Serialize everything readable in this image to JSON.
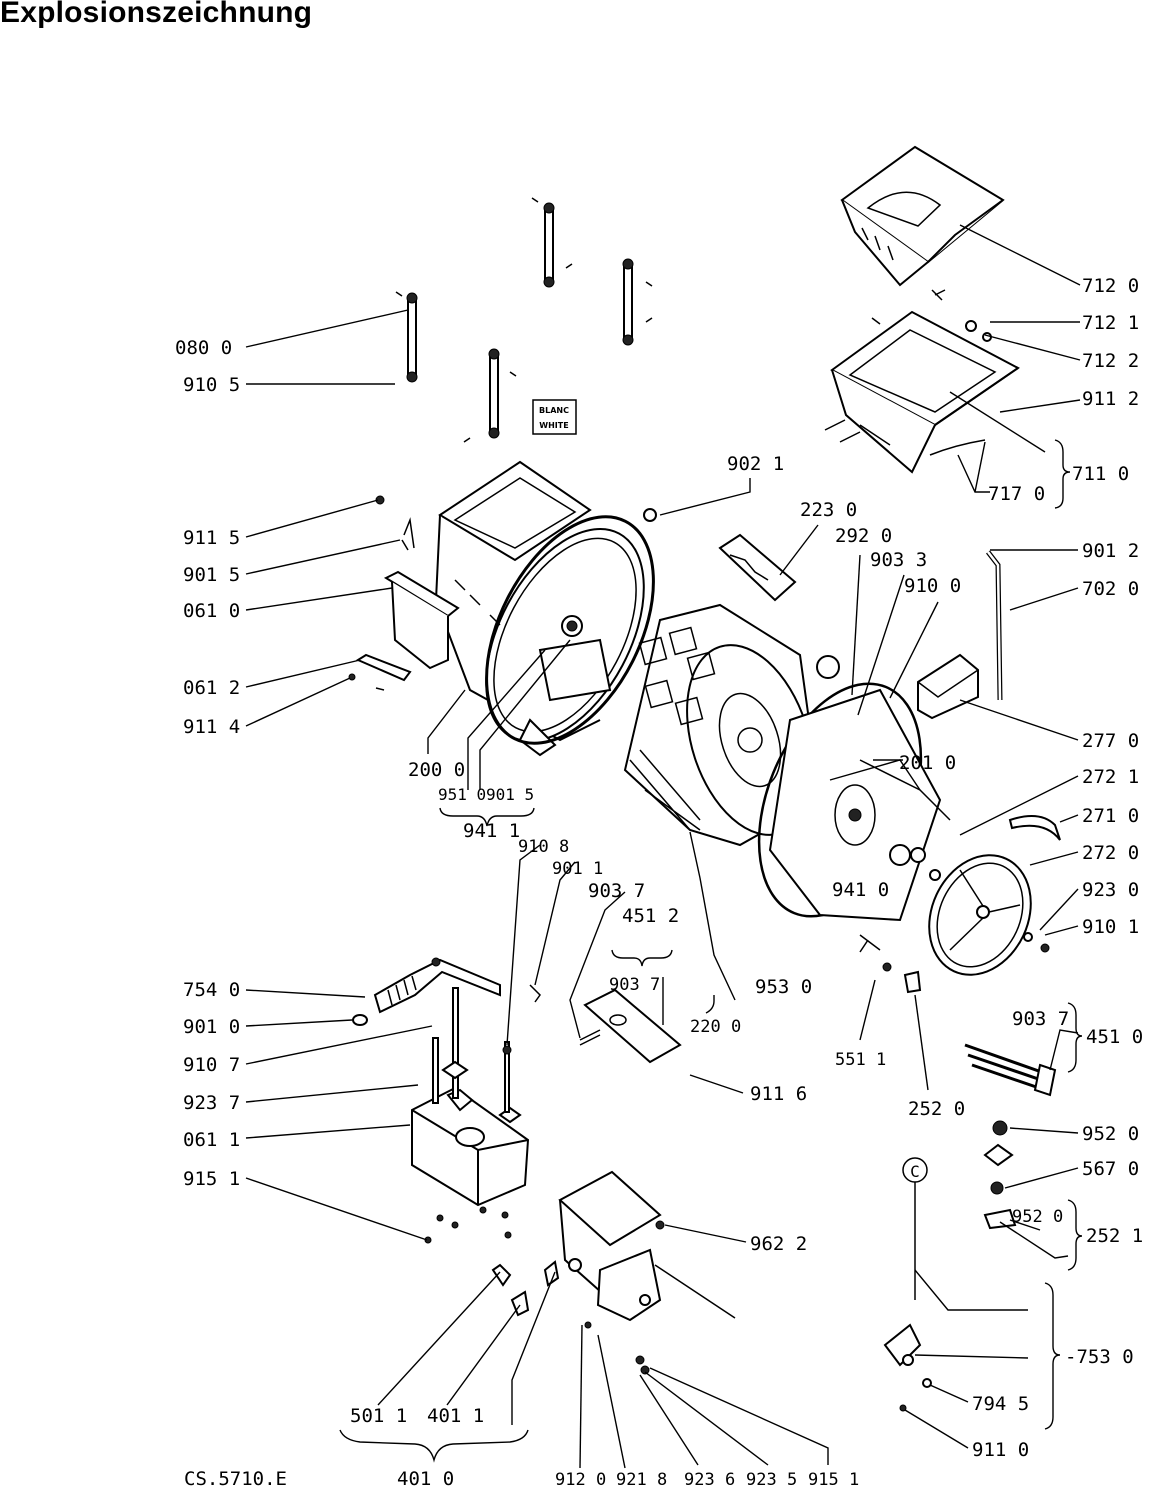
{
  "title": "Explosionszeichnung",
  "footer_code": "CS.5710.E",
  "tag_blanc": "BLANC",
  "tag_white": "WHITE",
  "tag_c": "C",
  "labels": {
    "l7120": "712 0",
    "l7121": "712 1",
    "l7122": "712 2",
    "l9112": "911 2",
    "l7110": "711 0",
    "l7170": "717 0",
    "l0800": "080 0",
    "l9105": "910 5",
    "l9021": "902 1",
    "l2230": "223 0",
    "l2920": "292 0",
    "l9033": "903 3",
    "l9100": "910 0",
    "l9012": "901 2",
    "l7020": "702 0",
    "l9115": "911 5",
    "l9015": "901 5",
    "l0610": "061 0",
    "l0612": "061 2",
    "l9114": "911 4",
    "l2770": "277 0",
    "l2010": "201 0",
    "l2721": "272 1",
    "l2710": "271 0",
    "l2720": "272 0",
    "l9230": "923 0",
    "l9101": "910 1",
    "l2000": "200 0",
    "l9510": "951 0",
    "l9015b": "901 5",
    "l9411": "941 1",
    "l9108": "910 8",
    "l9011": "901 1",
    "l9037a": "903 7",
    "l4512": "451 2",
    "l9037b": "903 7",
    "l9530": "953 0",
    "l2200": "220 0",
    "l9410": "941 0",
    "l7540": "754 0",
    "l9010": "901 0",
    "l9107": "910 7",
    "l9237": "923 7",
    "l0611": "061 1",
    "l9151a": "915 1",
    "l9116": "911 6",
    "l5511": "551 1",
    "l2520": "252 0",
    "l9037c": "903 7",
    "l4510": "451 0",
    "l9520a": "952 0",
    "l5670": "567 0",
    "l9520b": "952 0",
    "l2521": "252 1",
    "l9622": "962 2",
    "l7530": "-753 0",
    "l7945": "794 5",
    "l9110": "911 0",
    "l5011": "501 1",
    "l4011": "401 1",
    "l4010": "401 0",
    "l9120": "912 0",
    "l9218": "921 8",
    "l9236": "923 6",
    "l9235": "923 5",
    "l9151b": "915 1"
  }
}
